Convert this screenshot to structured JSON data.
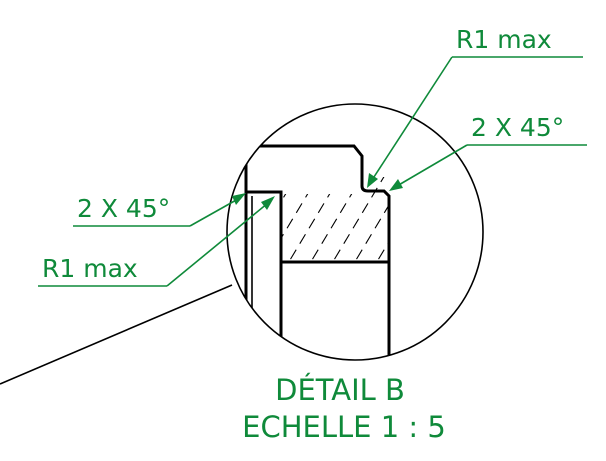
{
  "annotations": {
    "top_radius": "R1 max",
    "right_chamfer": "2 X 45°",
    "left_chamfer": "2 X 45°",
    "left_radius": "R1 max"
  },
  "detail": {
    "title": "DÉTAIL B",
    "scale": "ECHELLE 1 : 5"
  },
  "colors": {
    "annotation": "#0f8a3a",
    "geometry": "#000000"
  }
}
